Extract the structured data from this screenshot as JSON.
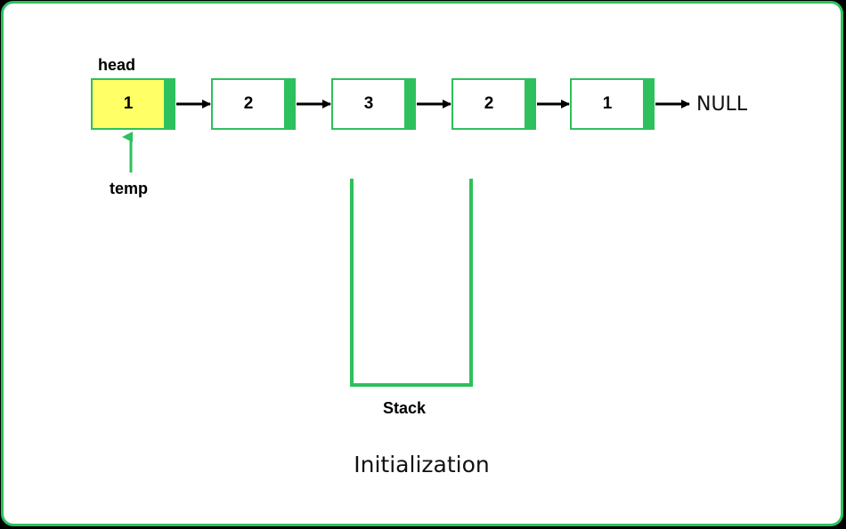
{
  "colors": {
    "accent": "#2ec05c",
    "highlight": "#ffff66",
    "border_bg": "#000000"
  },
  "diagram": {
    "head_label": "head",
    "temp_label": "temp",
    "null_label": "NULL",
    "stack_label": "Stack",
    "title": "Initialization",
    "nodes": [
      {
        "value": "1",
        "highlighted": true
      },
      {
        "value": "2",
        "highlighted": false
      },
      {
        "value": "3",
        "highlighted": false
      },
      {
        "value": "2",
        "highlighted": false
      },
      {
        "value": "1",
        "highlighted": false
      }
    ]
  }
}
